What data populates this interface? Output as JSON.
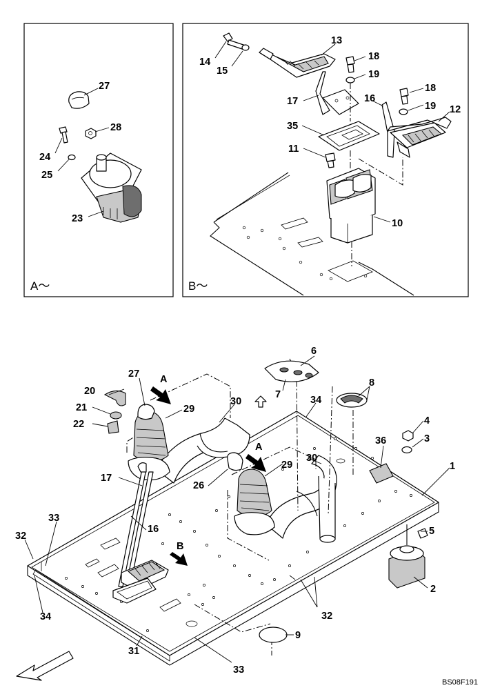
{
  "views": {
    "a_label": "A～",
    "b_label": "B～"
  },
  "markers": {
    "a1": "A",
    "a2": "A",
    "b1": "B"
  },
  "callouts": {
    "view_a": [
      {
        "text": "27"
      },
      {
        "text": "28"
      },
      {
        "text": "24"
      },
      {
        "text": "25"
      },
      {
        "text": "23"
      }
    ],
    "view_b": [
      {
        "text": "13"
      },
      {
        "text": "14"
      },
      {
        "text": "15"
      },
      {
        "text": "18"
      },
      {
        "text": "19"
      },
      {
        "text": "17"
      },
      {
        "text": "16"
      },
      {
        "text": "18"
      },
      {
        "text": "19"
      },
      {
        "text": "12"
      },
      {
        "text": "35"
      },
      {
        "text": "11"
      },
      {
        "text": "10"
      }
    ],
    "main": [
      {
        "text": "6"
      },
      {
        "text": "7"
      },
      {
        "text": "8"
      },
      {
        "text": "20"
      },
      {
        "text": "27"
      },
      {
        "text": "29"
      },
      {
        "text": "30"
      },
      {
        "text": "34"
      },
      {
        "text": "21"
      },
      {
        "text": "22"
      },
      {
        "text": "4"
      },
      {
        "text": "3"
      },
      {
        "text": "36"
      },
      {
        "text": "1"
      },
      {
        "text": "29"
      },
      {
        "text": "30"
      },
      {
        "text": "26"
      },
      {
        "text": "17"
      },
      {
        "text": "33"
      },
      {
        "text": "32"
      },
      {
        "text": "16"
      },
      {
        "text": "5"
      },
      {
        "text": "2"
      },
      {
        "text": "34"
      },
      {
        "text": "32"
      },
      {
        "text": "9"
      },
      {
        "text": "31"
      },
      {
        "text": "33"
      }
    ]
  },
  "drawing_code": "BS08F191"
}
